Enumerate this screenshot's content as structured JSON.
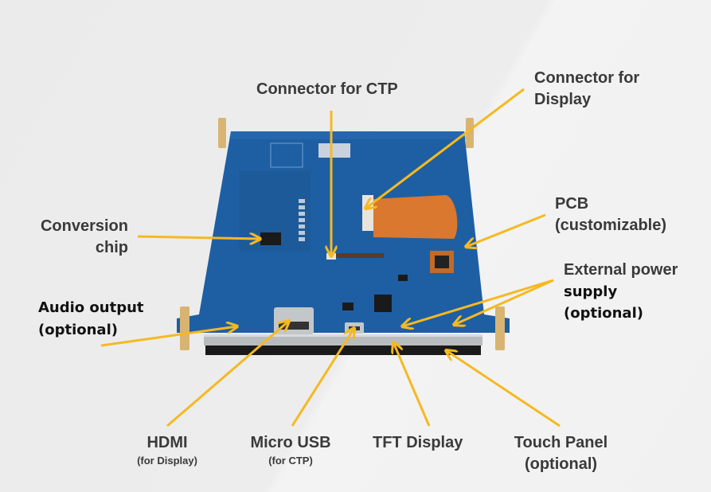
{
  "figure": {
    "subject": "LCD display module rear view (blue PCB)",
    "colors": {
      "arrow": "#f5b921",
      "pcb": "#1e5fa3",
      "label_text": "#3a3a3a",
      "label_text_dark": "#111111",
      "flex_cable": "#d9782e",
      "standoff": "#d8b473"
    }
  },
  "annotations": {
    "connector_ctp": {
      "line1": "Connector for CTP"
    },
    "connector_display": {
      "line1": "Connector for",
      "line2": "Display"
    },
    "conversion_chip": {
      "line1": "Conversion",
      "line2": "chip"
    },
    "pcb": {
      "line1": "PCB",
      "line2": "(customizable)"
    },
    "external_power": {
      "line1": "External power",
      "line2": "supply",
      "line3": "(optional)"
    },
    "audio_output": {
      "line1": "Audio output",
      "line2": "(optional)"
    },
    "hdmi": {
      "line1": "HDMI",
      "line2": "(for Display)"
    },
    "micro_usb": {
      "line1": "Micro USB",
      "line2": "(for CTP)"
    },
    "tft_display": {
      "line1": "TFT Display"
    },
    "touch_panel": {
      "line1": "Touch Panel",
      "line2": "(optional)"
    }
  }
}
